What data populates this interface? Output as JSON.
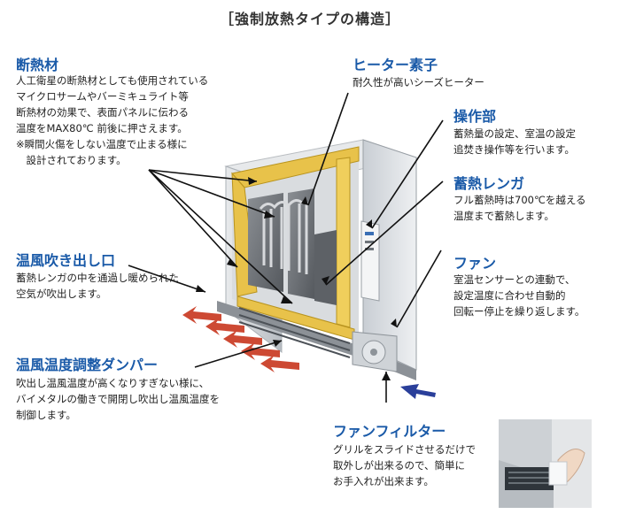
{
  "title": "［強制放熱タイプの構造］",
  "sections": {
    "insulation": {
      "heading": "断熱材",
      "lines": [
        "人工衛星の断熱材としても使用されている",
        "マイクロサームやバーミキュライト等",
        "断熱材の効果で、表面パネルに伝わる",
        "温度をMAX80℃ 前後に押さえます。",
        "※瞬間火傷をしない温度で止まる様に",
        "　設計されております。"
      ]
    },
    "heater": {
      "heading": "ヒーター素子",
      "lines": [
        "耐久性が高いシーズヒーター"
      ]
    },
    "control": {
      "heading": "操作部",
      "lines": [
        "蓄熱量の設定、室温の設定",
        "追焚き操作等を行います。"
      ]
    },
    "brick": {
      "heading": "蓄熱レンガ",
      "lines": [
        "フル蓄熱時は700℃を越える",
        "温度まで蓄熱します。"
      ]
    },
    "outlet": {
      "heading": "温風吹き出し口",
      "lines": [
        "蓄熱レンガの中を通過し暖められた",
        "空気が吹出します。"
      ]
    },
    "fan": {
      "heading": "ファン",
      "lines": [
        "室温センサーとの連動で、",
        "設定温度に合わせ自動的",
        "回転ー停止を繰り返します。"
      ]
    },
    "damper": {
      "heading": "温風温度調整ダンパー",
      "lines": [
        "吹出し温風温度が高くなりすぎない様に、",
        "バイメタルの働きで開閉し吹出し温風温度を",
        "制御します。"
      ]
    },
    "filter": {
      "heading": "ファンフィルター",
      "lines": [
        "グリルをスライドさせるだけで",
        "取外しが出来るので、簡単に",
        "お手入れが出来ます。"
      ]
    }
  },
  "colors": {
    "heading": "#1a5aa8",
    "insulation": "#e8c24a",
    "hot_air": "#c8361e",
    "intake_arrow": "#2a3f9a"
  }
}
